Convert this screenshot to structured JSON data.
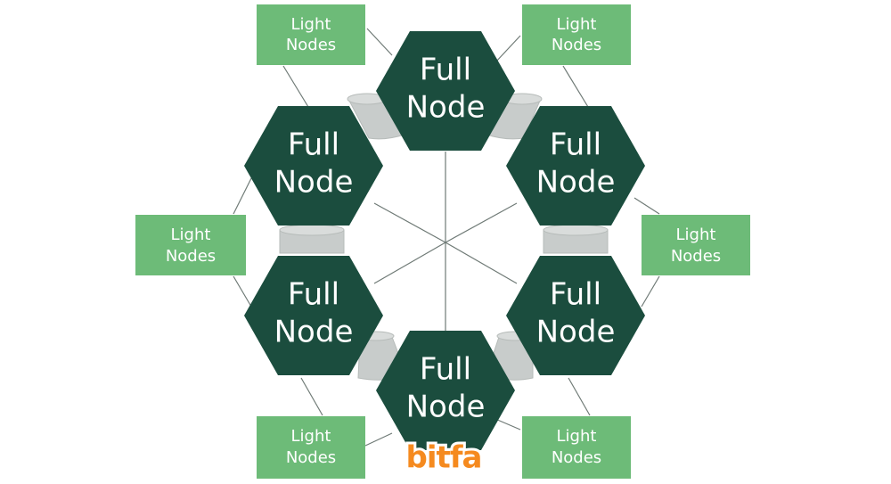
{
  "diagram": {
    "full_nodes": [
      {
        "id": "top",
        "line1": "Full",
        "line2": "Node"
      },
      {
        "id": "upper-left",
        "line1": "Full",
        "line2": "Node"
      },
      {
        "id": "upper-right",
        "line1": "Full",
        "line2": "Node"
      },
      {
        "id": "lower-left",
        "line1": "Full",
        "line2": "Node"
      },
      {
        "id": "lower-right",
        "line1": "Full",
        "line2": "Node"
      },
      {
        "id": "bottom",
        "line1": "Full",
        "line2": "Node"
      }
    ],
    "light_nodes": [
      {
        "id": "top-left",
        "line1": "Light",
        "line2": "Nodes"
      },
      {
        "id": "top-right",
        "line1": "Light",
        "line2": "Nodes"
      },
      {
        "id": "middle-left",
        "line1": "Light",
        "line2": "Nodes"
      },
      {
        "id": "middle-right",
        "line1": "Light",
        "line2": "Nodes"
      },
      {
        "id": "bottom-left",
        "line1": "Light",
        "line2": "Nodes"
      },
      {
        "id": "bottom-right",
        "line1": "Light",
        "line2": "Nodes"
      }
    ],
    "colors": {
      "full_node": "#1b4d3e",
      "light_node": "#6dbb78",
      "connector": "#c8cccb",
      "line": "#6f7a76",
      "logo_orange": "#f58a1f"
    },
    "watermark": "bitfa"
  }
}
